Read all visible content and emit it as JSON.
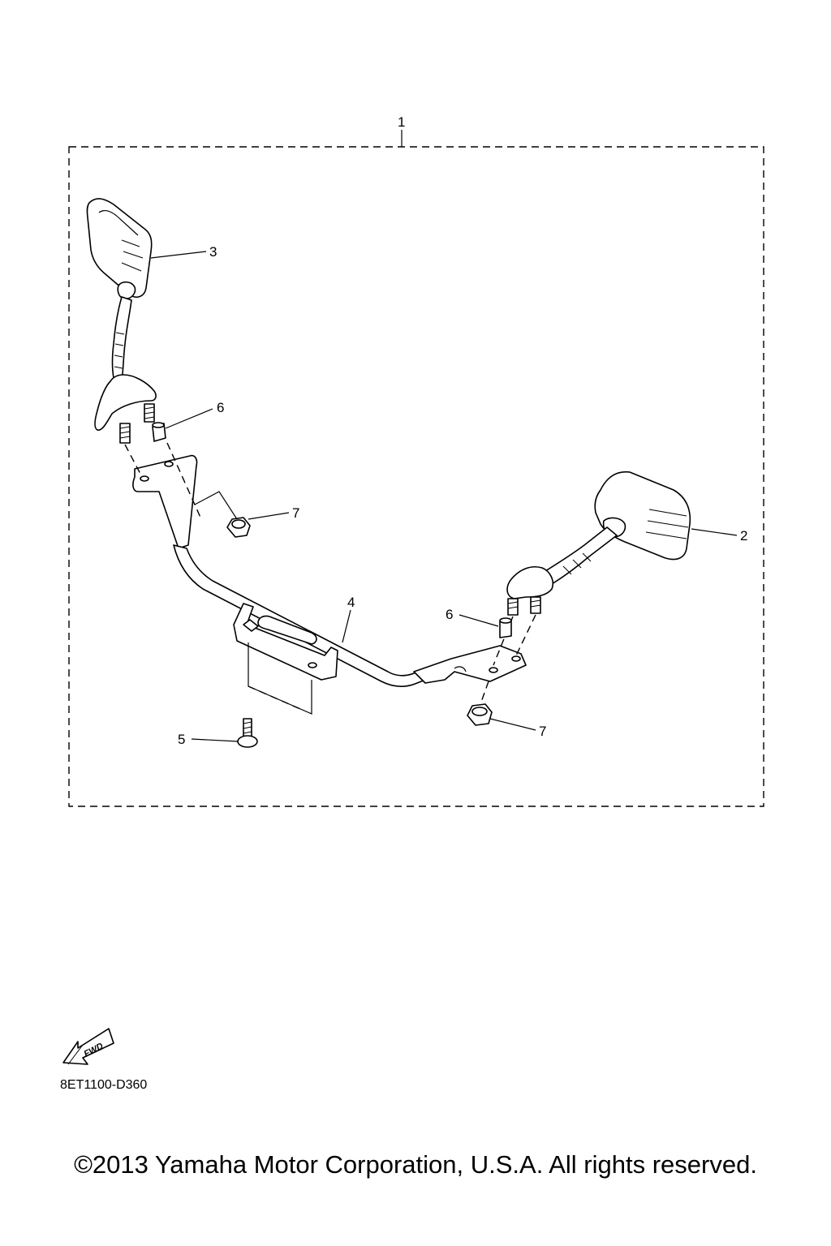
{
  "callouts": [
    {
      "id": "1",
      "label": "1"
    },
    {
      "id": "2",
      "label": "2"
    },
    {
      "id": "3",
      "label": "3"
    },
    {
      "id": "4",
      "label": "4"
    },
    {
      "id": "5",
      "label": "5"
    },
    {
      "id": "6a",
      "label": "6"
    },
    {
      "id": "6b",
      "label": "6"
    },
    {
      "id": "7a",
      "label": "7"
    },
    {
      "id": "7b",
      "label": "7"
    }
  ],
  "fwd_label": "FWD",
  "diagram_code": "8ET1100-D360",
  "copyright": "©2013 Yamaha Motor Corporation, U.S.A. All rights reserved."
}
